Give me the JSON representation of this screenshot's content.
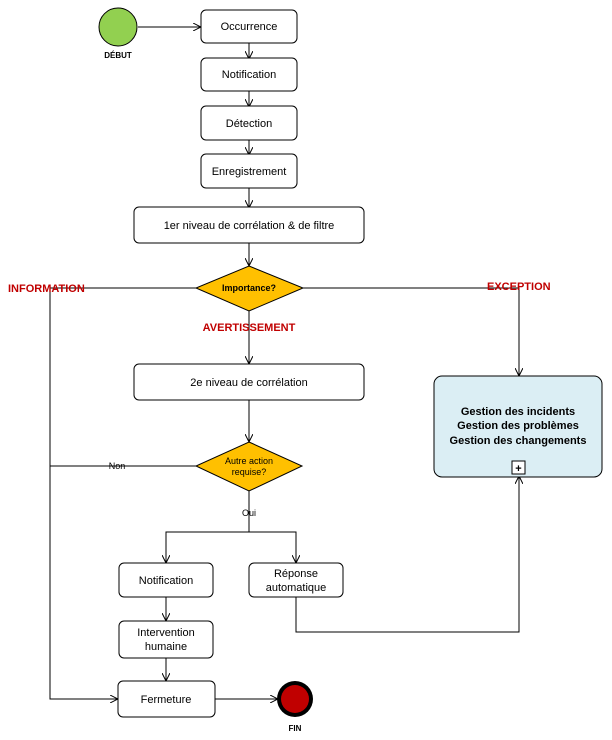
{
  "colors": {
    "start_fill": "#92d050",
    "end_fill": "#c00000",
    "decision_fill": "#ffc000",
    "subprocess_fill": "#dbeef4",
    "branch_label": "#c00000"
  },
  "start": {
    "label": "DÉBUT"
  },
  "end": {
    "label": "FIN"
  },
  "steps": {
    "occurrence": "Occurrence",
    "notification_1": "Notification",
    "detection": "Détection",
    "enregistrement": "Enregistrement",
    "correlation_1": "1er niveau de corrélation & de filtre",
    "correlation_2": "2e niveau de corrélation",
    "notification_2": "Notification",
    "intervention_line1": "Intervention",
    "intervention_line2": "humaine",
    "reponse_line1": "Réponse",
    "reponse_line2": "automatique",
    "fermeture": "Fermeture"
  },
  "decisions": {
    "importance": "Importance?",
    "autre_action_line1": "Autre action",
    "autre_action_line2": "requise?"
  },
  "branches": {
    "information": "INFORMATION",
    "exception": "EXCEPTION",
    "avertissement": "AVERTISSEMENT",
    "non": "Non",
    "oui": "Oui"
  },
  "subprocess": {
    "line1": "Gestion des incidents",
    "line2": "Gestion des problèmes",
    "line3": "Gestion des changements",
    "marker": "+"
  }
}
